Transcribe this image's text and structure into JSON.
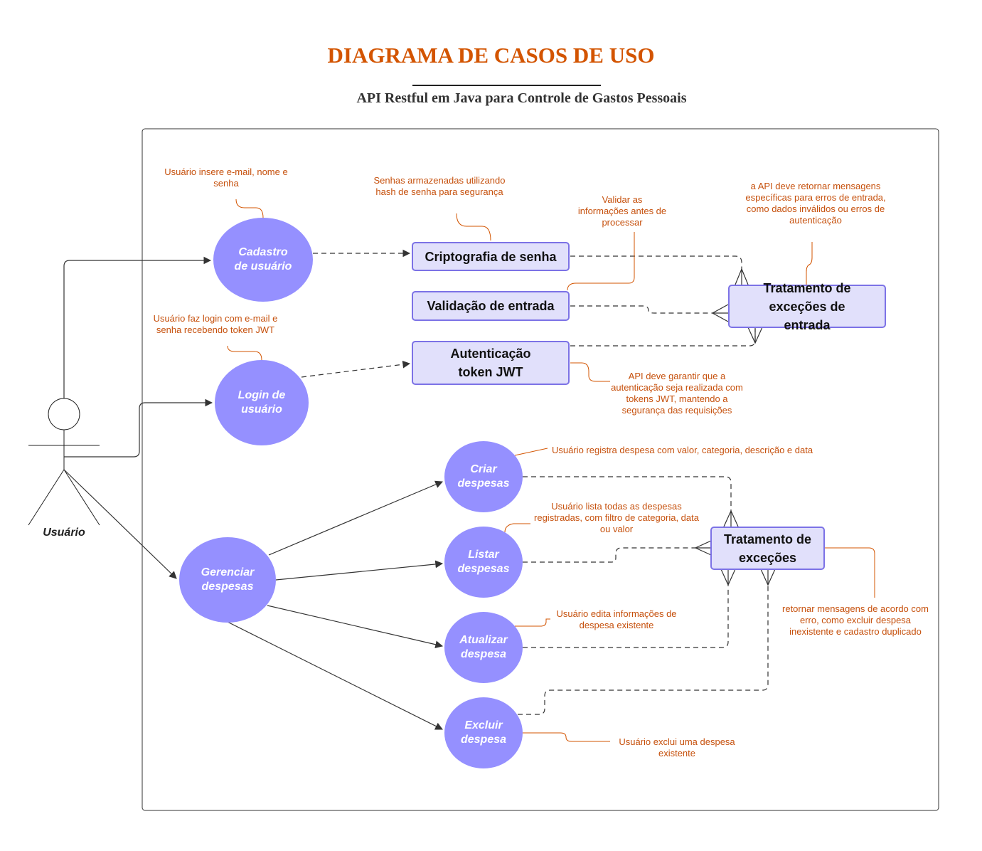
{
  "header": {
    "title": "DIAGRAMA DE CASOS DE USO",
    "subtitle": "API Restful em Java para Controle de Gastos Pessoais"
  },
  "actor": {
    "label": "Usuário"
  },
  "use_cases": {
    "cadastro": "Cadastro de usuário",
    "login": "Login de usuário",
    "gerenciar": "Gerenciar despesas",
    "criar": "Criar despesas",
    "listar": "Listar despesas",
    "atualizar": "Atualizar despesa",
    "excluir": "Excluir despesa"
  },
  "components": {
    "criptografia": "Criptografia de senha",
    "validacao": "Validação de entrada",
    "autenticacao": "Autenticação token JWT",
    "tratamento_entrada": "Tratamento de exceções de entrada",
    "tratamento": "Tratamento de exceções"
  },
  "notes": {
    "cadastro": "Usuário insere e-mail, nome e senha",
    "hash": "Senhas armazenadas utilizando hash de senha para segurança",
    "validar": "Validar as informações antes de processar",
    "api_erros": "a API deve retornar mensagens específicas para erros de entrada, como dados inválidos ou erros de autenticação",
    "login": "Usuário faz login com e-mail e senha recebendo token JWT",
    "jwt": "API deve garantir que a autenticação seja realizada com tokens JWT, mantendo a segurança das requisições",
    "criar": "Usuário registra despesa com valor, categoria, descrição e data",
    "listar": "Usuário lista todas as despesas registradas, com filtro de categoria, data ou valor",
    "editar": "Usuário edita informações de despesa existente",
    "retornar": "retornar mensagens de acordo com erro, como excluir despesa inexistente e cadastro duplicado",
    "excluir": "Usuário exclui uma despesa existente"
  },
  "colors": {
    "accent": "#d35400",
    "usecase_fill": "#9590ff",
    "box_fill": "#e1e0fb",
    "box_border": "#7c72e6",
    "note_text": "#c6500c"
  }
}
